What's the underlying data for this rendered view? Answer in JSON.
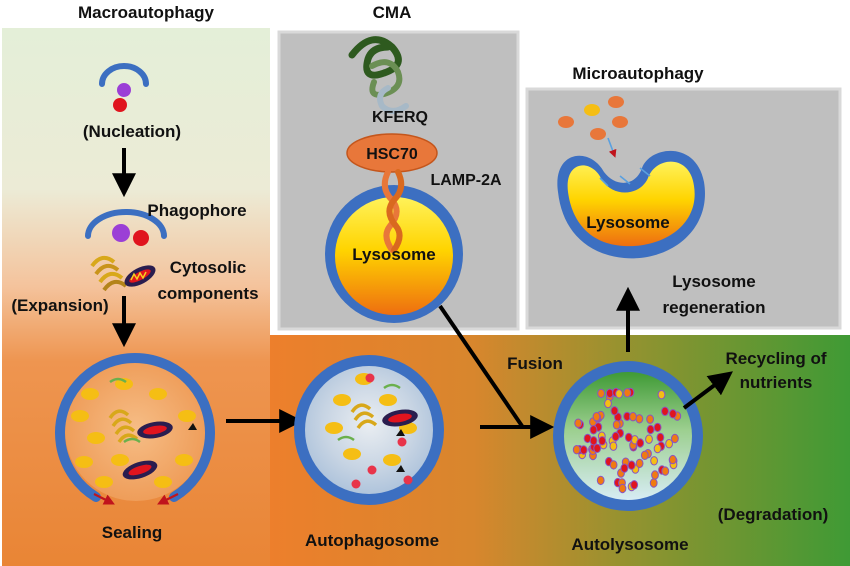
{
  "headers": {
    "macroautophagy": "Macroautophagy",
    "cma": "CMA",
    "microautophagy": "Microautophagy"
  },
  "labels": {
    "nucleation": "(Nucleation)",
    "phagophore": "Phagophore",
    "cytosolic_line1": "Cytosolic",
    "cytosolic_line2": "components",
    "expansion": "(Expansion)",
    "sealing": "Sealing",
    "autophagosome": "Autophagosome",
    "autolysosome": "Autolysosome",
    "degradation": "(Degradation)",
    "fusion": "Fusion",
    "recycling_line1": "Recycling of",
    "recycling_line2": "nutrients",
    "kferq": "KFERQ",
    "hsc70": "HSC70",
    "lamp2a": "LAMP-2A",
    "lysosome_cma": "Lysosome",
    "lysosome_micro": "Lysosome",
    "regeneration_line1": "Lysosome",
    "regeneration_line2": "regeneration"
  },
  "colors": {
    "membrane": "#3c6fc1",
    "lysosome_top": "#ffe600",
    "lysosome_bottom": "#f07a12",
    "vesicle": "#f5be14",
    "panel_gray": "#bfbfbf",
    "hsc70": "#e8773a",
    "arrow": "#000000",
    "degradation_bg_end": "#3f9a35"
  },
  "icons": {
    "chaperone_substrate": "protein-ribbon-icon",
    "mitochondrion": "mitochondrion-icon",
    "er_fragment": "golgi-icon"
  }
}
